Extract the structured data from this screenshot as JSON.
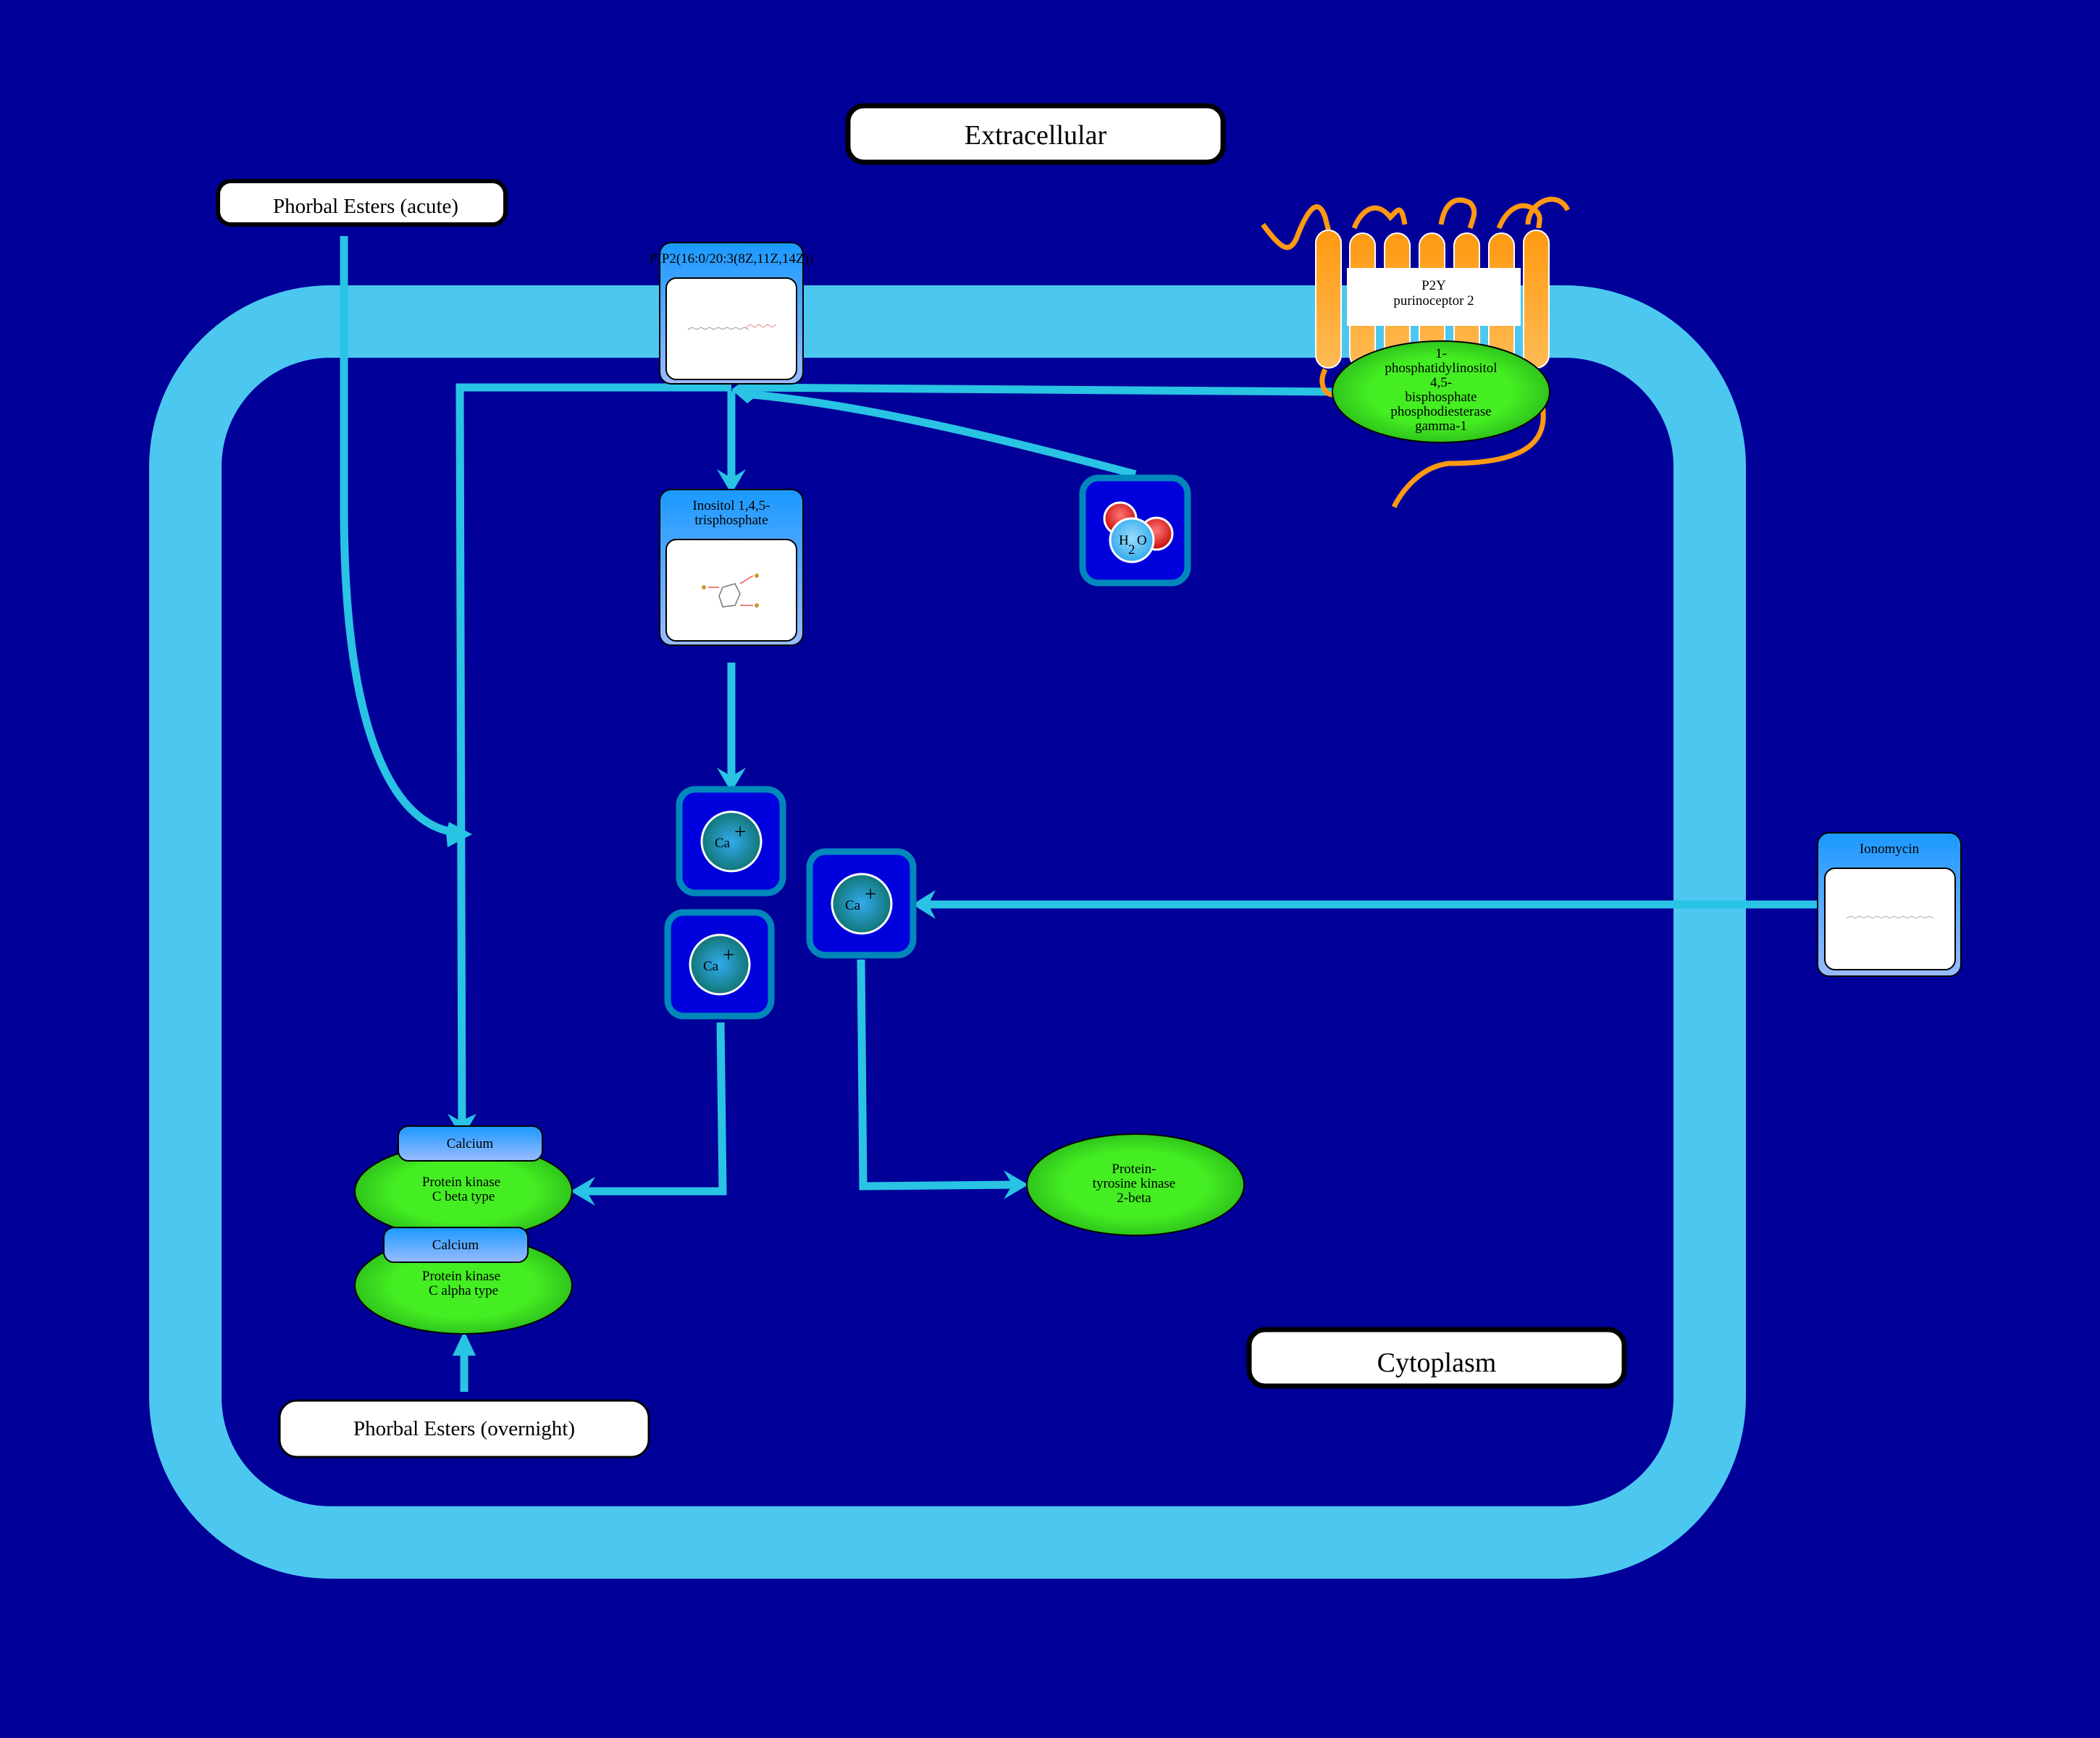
{
  "diagram": {
    "title": "Phorbal ester / calcium signaling via P2Y purinoceptor 2",
    "colors": {
      "background": "#000099",
      "membrane": "#4cc8f0",
      "edge": "#29c3e3",
      "protein": "#44ee22",
      "metabolite_header": "#1a99ff",
      "ion_box": "#0000dd",
      "ion_box_border": "#0088bb",
      "receptor": "#ff9911"
    },
    "compartments": {
      "extracellular": "Extracellular",
      "cytoplasm": "Cytoplasm"
    },
    "stimuli": {
      "acute": "Phorbal Esters (acute)",
      "overnight": "Phorbal Esters (overnight)"
    },
    "metabolites": {
      "pip2": "PIP2(16:0/20:3(8Z,11Z,14Z))",
      "ip3": "Inositol 1,4,5-trisphosphate",
      "ip3_line1": "Inositol 1,4,5-",
      "ip3_line2": "trisphosphate",
      "ionomycin": "Ionomycin"
    },
    "ions": {
      "water": {
        "symbol_h": "H",
        "symbol_sub": "2",
        "symbol_o": "O"
      },
      "calcium_1": {
        "symbol": "Ca",
        "charge": "+"
      },
      "calcium_2": {
        "symbol": "Ca",
        "charge": "+"
      },
      "calcium_3": {
        "symbol": "Ca",
        "charge": "+"
      }
    },
    "proteins": {
      "p2y": {
        "line1": "P2Y",
        "line2": "purinoceptor 2"
      },
      "plc": {
        "line1": "1-",
        "line2": "phosphatidylinositol",
        "line3": "4,5-",
        "line4": "bisphosphate",
        "line5": "phosphodiesterase",
        "line6": "gamma-1"
      },
      "pkc_beta": {
        "line1": "Protein kinase",
        "line2": "C beta type",
        "bound": "Calcium"
      },
      "pkc_alpha": {
        "line1": "Protein kinase",
        "line2": "C alpha type",
        "bound": "Calcium"
      },
      "pyk2": {
        "line1": "Protein-",
        "line2": "tyrosine kinase",
        "line3": "2-beta"
      }
    },
    "edges": [
      {
        "from": "Phorbal Esters (acute)",
        "to": "Protein kinase C beta type",
        "type": "activation"
      },
      {
        "from": "PIP2",
        "to": "Inositol 1,4,5-trisphosphate",
        "type": "conversion"
      },
      {
        "from": "Water",
        "to": "PIP2",
        "type": "reactant"
      },
      {
        "from": "1-phosphatidylinositol 4,5-bisphosphate phosphodiesterase gamma-1",
        "to": "PIP2",
        "type": "catalysis"
      },
      {
        "from": "Inositol 1,4,5-trisphosphate",
        "to": "Ca+",
        "type": "activation"
      },
      {
        "from": "Ca+",
        "to": "Protein kinase C beta type",
        "type": "activation"
      },
      {
        "from": "Ionomycin",
        "to": "Ca+",
        "type": "activation"
      },
      {
        "from": "Ca+",
        "to": "Protein-tyrosine kinase 2-beta",
        "type": "activation"
      },
      {
        "from": "Phorbal Esters (overnight)",
        "to": "Protein kinase C alpha type",
        "type": "inhibition"
      }
    ]
  }
}
